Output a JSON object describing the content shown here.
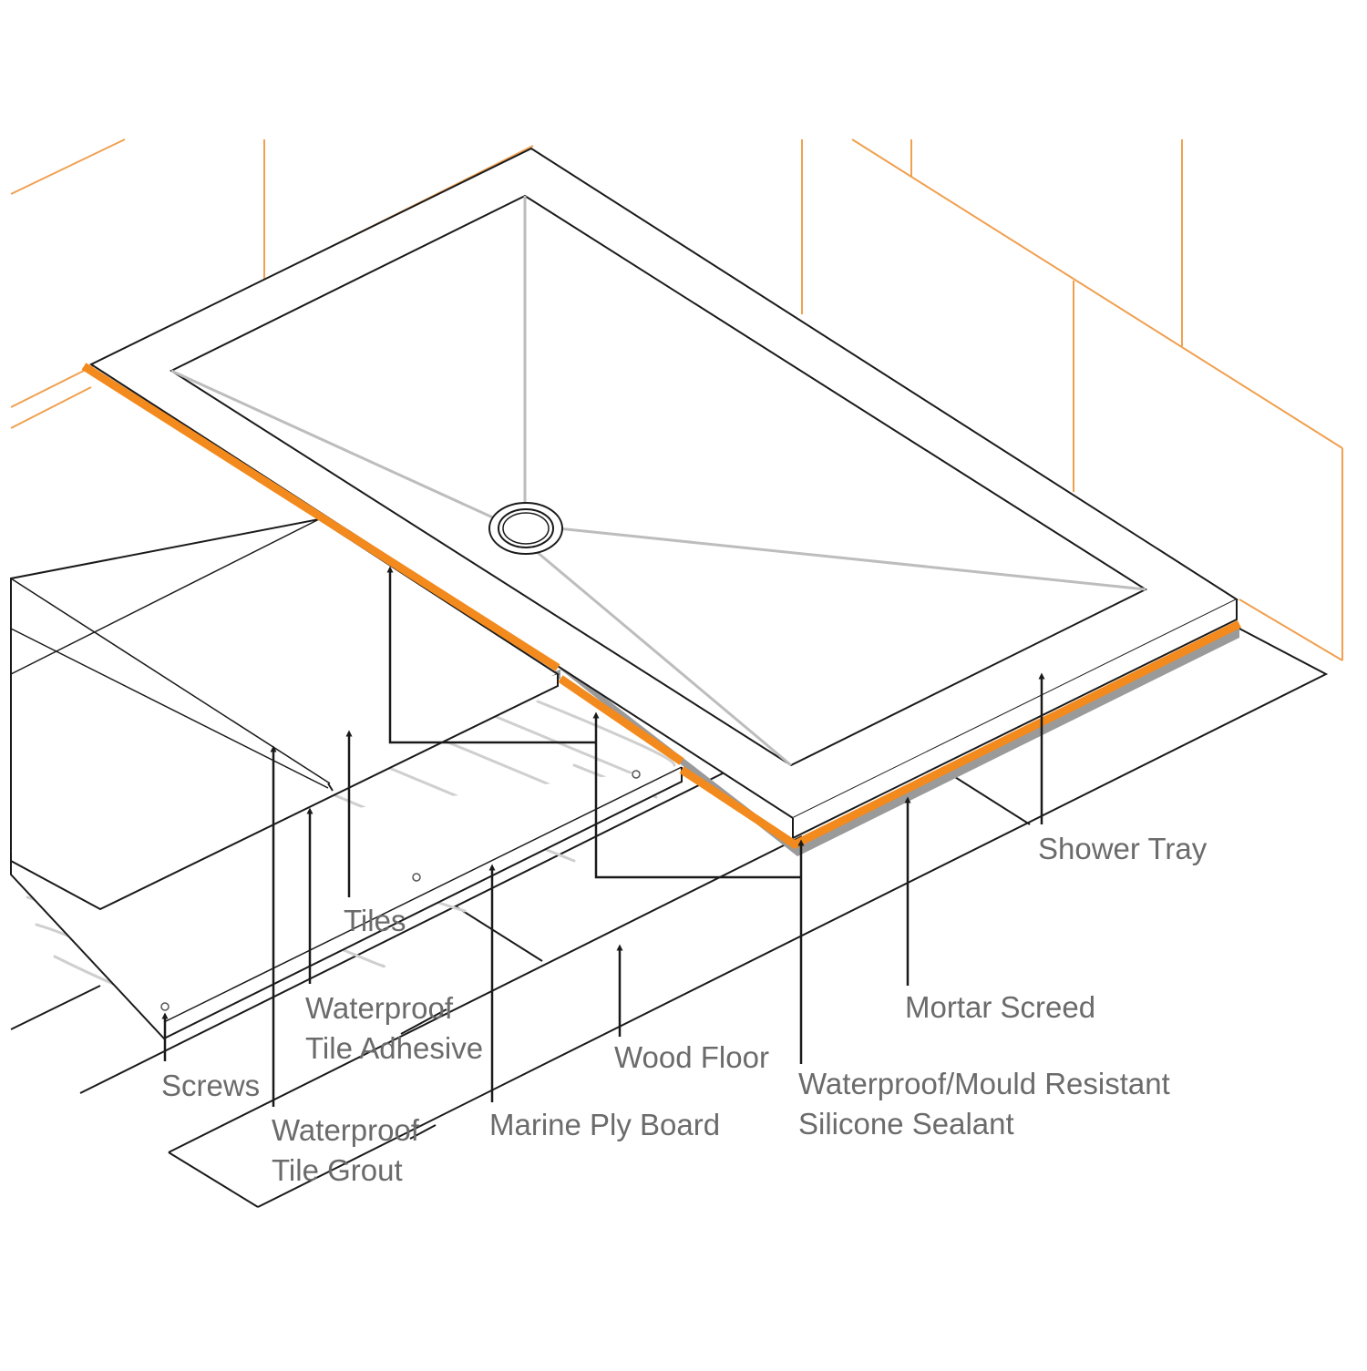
{
  "colors": {
    "background": "#ffffff",
    "line": "#1a1a1a",
    "wall_lines": "#f0a050",
    "sealant": "#f28a1e",
    "mortar": "#9a9a9a",
    "guide_lines": "#bdbdbd",
    "label_text": "#6b6b6b"
  },
  "labels": {
    "shower_tray": "Shower Tray",
    "tiles": "Tiles",
    "mortar_screed": "Mortar Screed",
    "waterproof_tile_adhesive": [
      "Waterproof",
      "Tile Adhesive"
    ],
    "wood_floor": "Wood Floor",
    "waterproof_mould_resistant_silicone_sealant": [
      "Waterproof/Mould Resistant",
      "Silicone Sealant"
    ],
    "screws": "Screws",
    "marine_ply_board": "Marine Ply Board",
    "waterproof_tile_grout": [
      "Waterproof",
      "Tile Grout"
    ]
  }
}
